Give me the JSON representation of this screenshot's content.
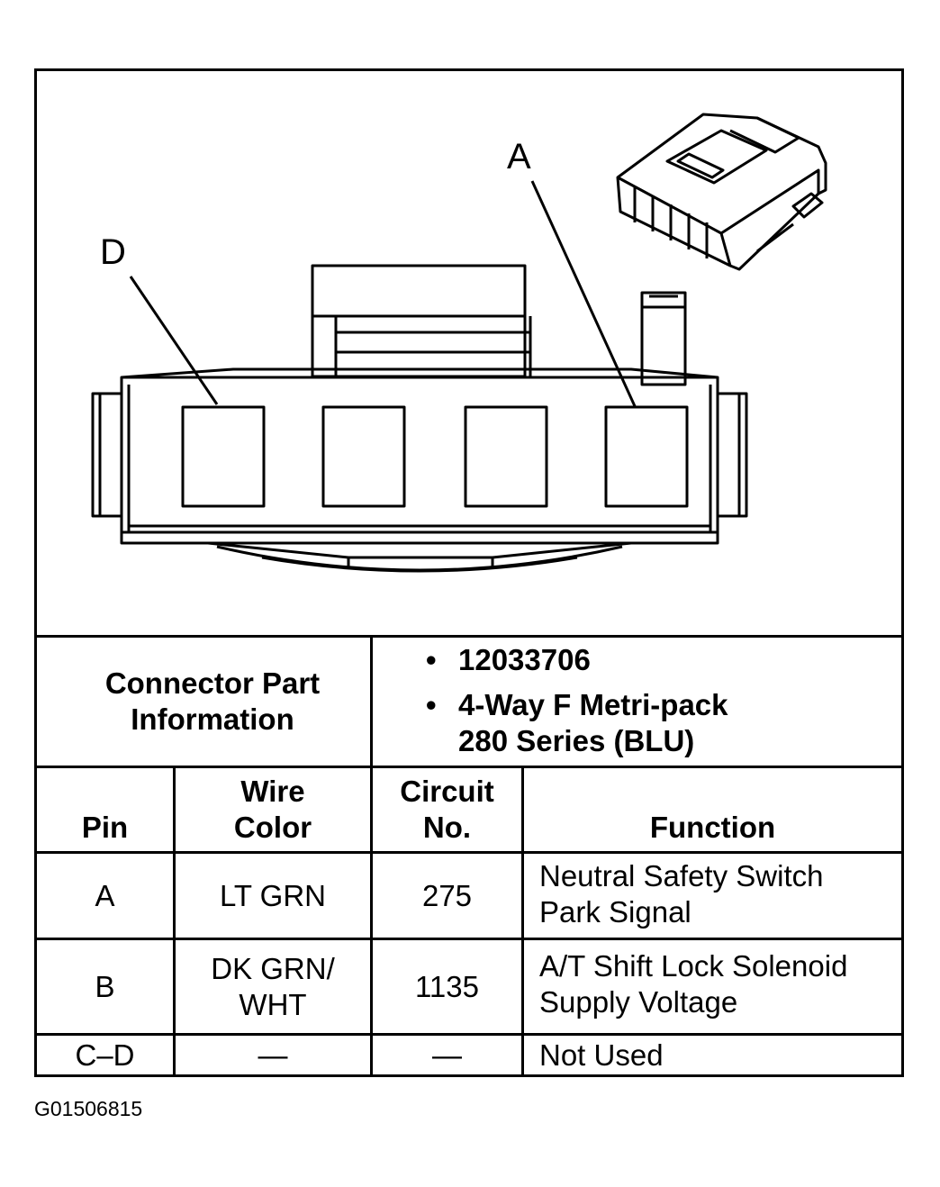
{
  "figure_id": "G01506815",
  "callouts": {
    "a": "A",
    "d": "D"
  },
  "connector_info": {
    "label": "Connector Part Information",
    "bullet": "•",
    "part_number": "12033706",
    "description_line1": "4-Way F Metri-pack",
    "description_line2": "280 Series (BLU)"
  },
  "table": {
    "headers": {
      "pin": "Pin",
      "wire_color_1": "Wire",
      "wire_color_2": "Color",
      "circuit_1": "Circuit",
      "circuit_2": "No.",
      "function": "Function"
    },
    "rows": [
      {
        "pin": "A",
        "wire_1": "LT GRN",
        "wire_2": "",
        "circuit": "275",
        "function_1": "Neutral Safety Switch",
        "function_2": "Park Signal"
      },
      {
        "pin": "B",
        "wire_1": "DK GRN/",
        "wire_2": "WHT",
        "circuit": "1135",
        "function_1": "A/T Shift Lock Solenoid",
        "function_2": "Supply Voltage"
      },
      {
        "pin": "C–D",
        "wire_1": "—",
        "wire_2": "",
        "circuit": "—",
        "function_1": "Not Used",
        "function_2": ""
      }
    ]
  }
}
